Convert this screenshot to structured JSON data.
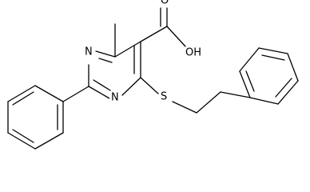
{
  "molecule": {
    "atom_labels": {
      "n_upper": "N",
      "n_lower": "N",
      "oh": "OH",
      "o": "O",
      "s": "S"
    }
  }
}
